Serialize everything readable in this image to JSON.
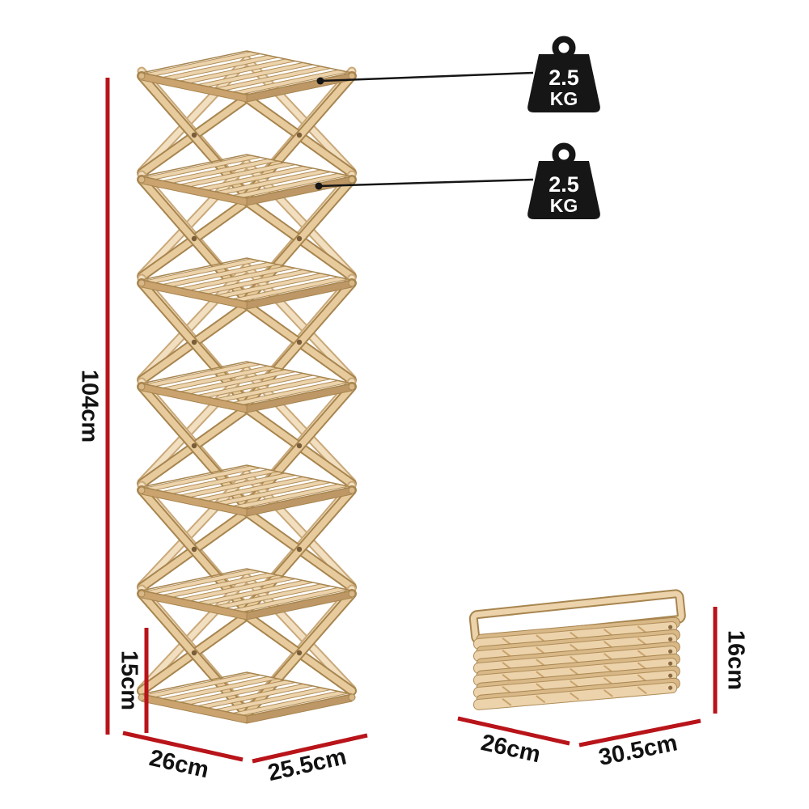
{
  "page": {
    "type": "product-dimension-diagram",
    "background": "#ffffff"
  },
  "open_rack": {
    "tiers": 7,
    "height_label": "104cm",
    "bottom_tier_label": "15cm",
    "width_label": "26cm",
    "depth_label": "25.5cm"
  },
  "folded_rack": {
    "height_label": "16cm",
    "width_label": "26cm",
    "depth_label": "30.5cm"
  },
  "weight_capacity": [
    {
      "icon": "weight-icon",
      "value": "2.5",
      "unit": "KG"
    },
    {
      "icon": "weight-icon",
      "value": "2.5",
      "unit": "KG"
    }
  ],
  "colors": {
    "dimension_red": "#b8141a",
    "annotation_black": "#161616",
    "wood_light": "#ecd3ab",
    "wood_mid": "#d9b888",
    "wood_dark": "#b08d58"
  }
}
